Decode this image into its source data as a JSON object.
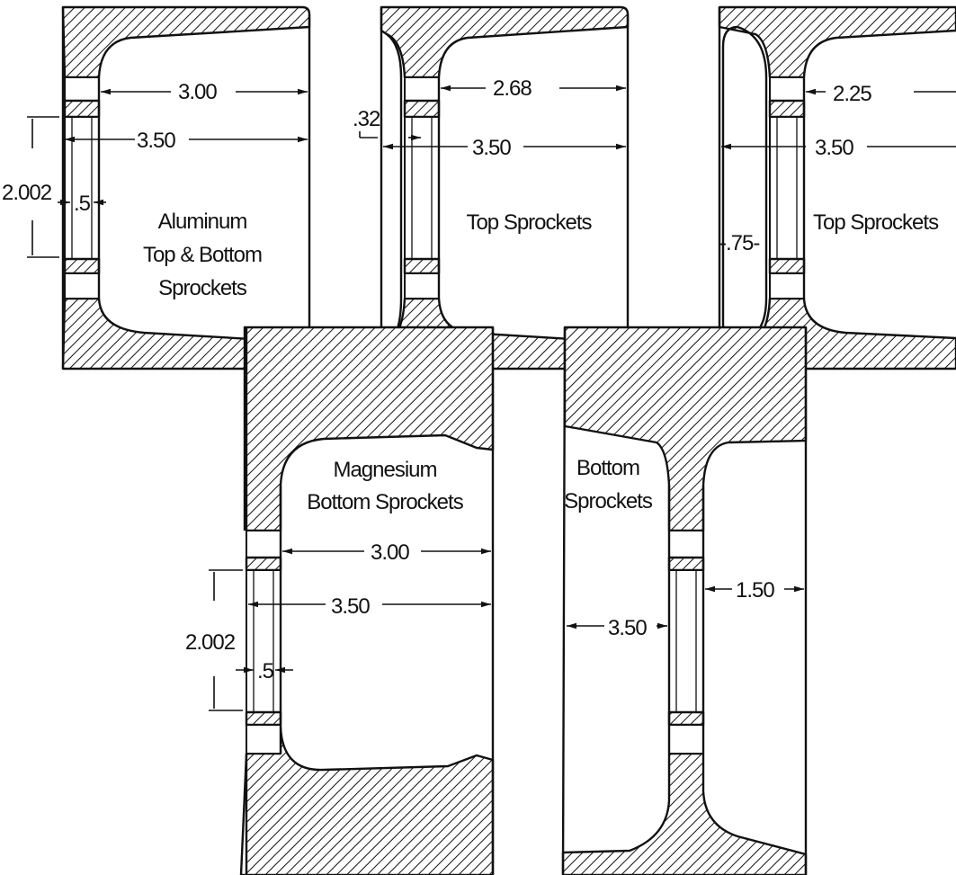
{
  "diagram": {
    "panel_a": {
      "label": [
        "Aluminum",
        "Top & Bottom",
        "Sprockets"
      ],
      "dim_top": "3.00",
      "dim_mid": "3.50",
      "dim_bore": "2.002",
      "dim_hub": ".5"
    },
    "panel_b": {
      "label": "Top Sprockets",
      "dim_top": "2.68",
      "dim_mid": "3.50",
      "dim_offset": ".32"
    },
    "panel_c": {
      "label": "Top Sprockets",
      "dim_top": "2.25",
      "dim_mid": "3.50",
      "dim_offset": "-.75-"
    },
    "panel_d": {
      "label": [
        "Magnesium",
        "Bottom Sprockets"
      ],
      "dim_top": "3.00",
      "dim_mid": "3.50",
      "dim_bore": "2.002",
      "dim_hub": ".5"
    },
    "panel_e": {
      "label": [
        "Bottom",
        "Sprockets"
      ],
      "dim_right": "1.50",
      "dim_mid": "3.50"
    }
  }
}
